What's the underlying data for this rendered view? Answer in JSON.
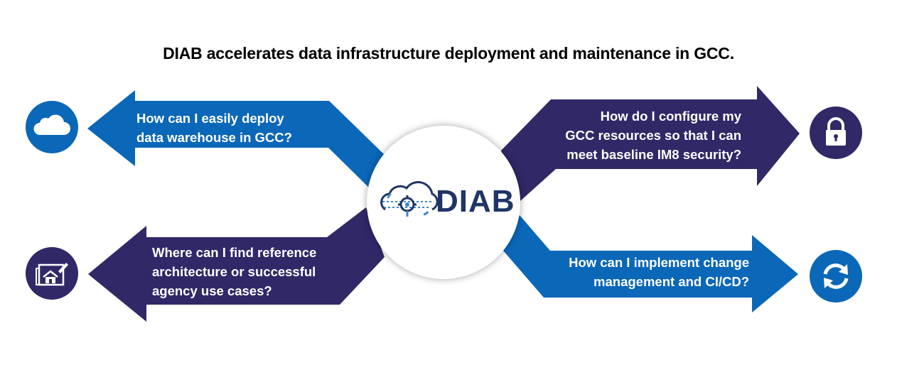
{
  "title": "DIAB accelerates data infrastructure deployment and maintenance in GCC.",
  "hub": {
    "label": "DIAB",
    "icon": "cloud-gear-icon"
  },
  "questions": [
    {
      "text": "How can I easily deploy\ndata warehouse in GCC?",
      "color": "#0b67b8",
      "icon": "cloud-icon",
      "icon_color": "#0b67b8"
    },
    {
      "text": "How do I configure my\nGCC resources so that I can\nmeet baseline IM8 security?",
      "color": "#302867",
      "icon": "padlock-icon",
      "icon_color": "#302867"
    },
    {
      "text": "Where can I find reference\narchitecture or successful\nagency use cases?",
      "color": "#302867",
      "icon": "architecture-plan-icon",
      "icon_color": "#302867"
    },
    {
      "text": "How can I implement change\nmanagement and CI/CD?",
      "color": "#0b67b8",
      "icon": "refresh-icon",
      "icon_color": "#0b67b8"
    }
  ]
}
